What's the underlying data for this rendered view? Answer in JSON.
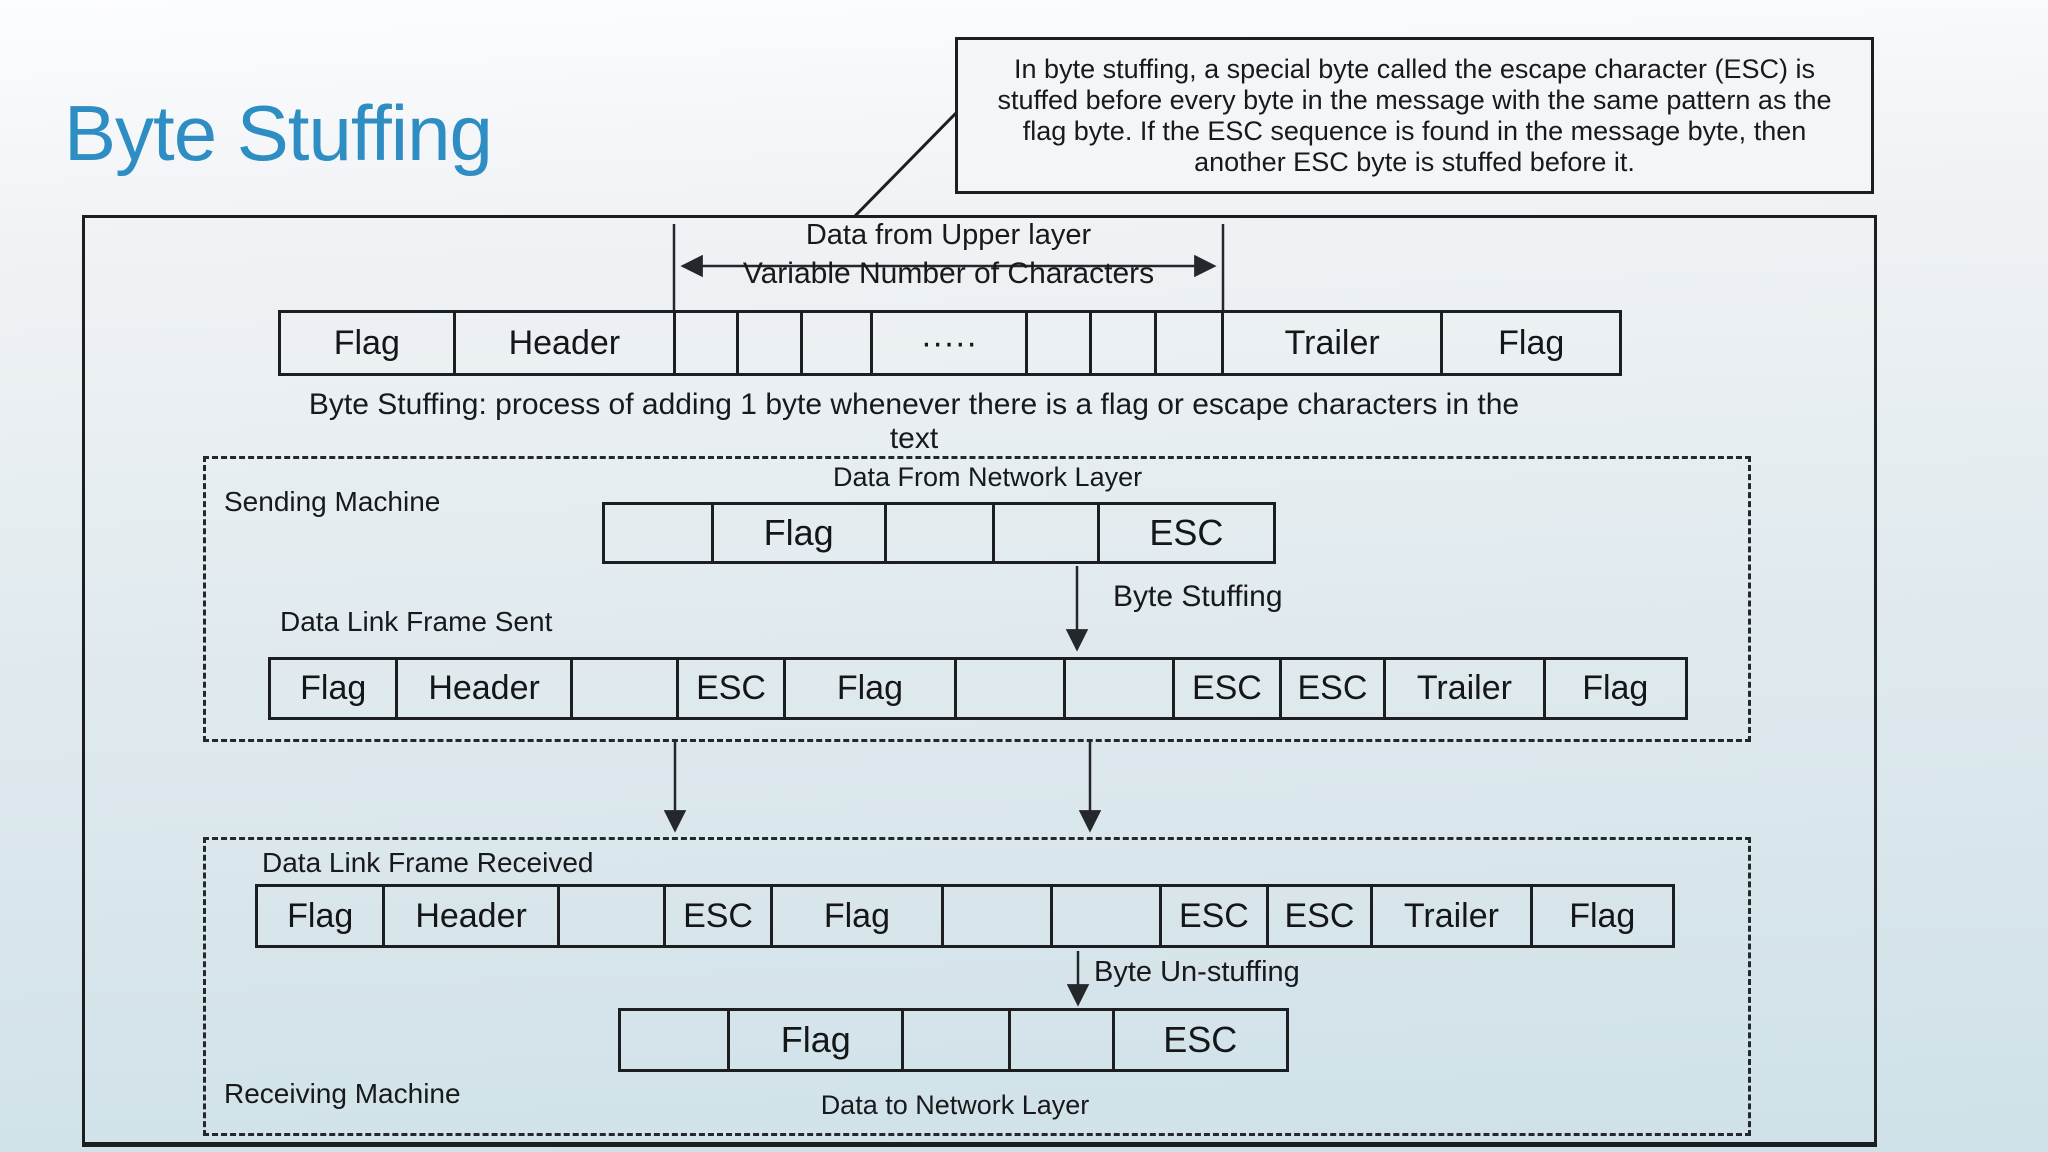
{
  "slide": {
    "title": "Byte Stuffing",
    "title_color": "#2e8ec4"
  },
  "callout": {
    "text": "In byte stuffing, a special byte called the escape character (ESC) is stuffed before every byte in the message with the same pattern as the flag byte. If the ESC sequence is found in the message byte, then another ESC byte is stuffed before it."
  },
  "annotation": {
    "line1": "Data from Upper layer",
    "line2": "Variable Number of Characters"
  },
  "caption": "Byte Stuffing: process of adding 1 byte whenever there is a flag or escape characters in the text",
  "sending": {
    "machine_label": "Sending Machine",
    "data_label": "Data From Network Layer",
    "frame_label": "Data Link Frame Sent",
    "stuffing_label": "Byte Stuffing"
  },
  "receiving": {
    "machine_label": "Receiving Machine",
    "frame_label": "Data Link Frame Received",
    "unstuffing_label": "Byte Un-stuffing",
    "data_label": "Data to Network Layer"
  },
  "rows": {
    "top": {
      "cells": [
        "Flag",
        "Header",
        "",
        "",
        "",
        "·····",
        "",
        "",
        "",
        "Trailer",
        "Flag"
      ]
    },
    "network": {
      "cells": [
        "",
        "Flag",
        "",
        "",
        "ESC"
      ]
    },
    "sent": {
      "cells": [
        "Flag",
        "Header",
        "",
        "ESC",
        "Flag",
        "",
        "",
        "ESC",
        "ESC",
        "Trailer",
        "Flag"
      ]
    },
    "received": {
      "cells": [
        "Flag",
        "Header",
        "",
        "ESC",
        "Flag",
        "",
        "",
        "ESC",
        "ESC",
        "Trailer",
        "Flag"
      ]
    },
    "bottom": {
      "cells": [
        "",
        "Flag",
        "",
        "",
        "ESC"
      ]
    }
  },
  "colors": {
    "line": "#1c1f22",
    "accent_blue": "#2e8ec4"
  }
}
